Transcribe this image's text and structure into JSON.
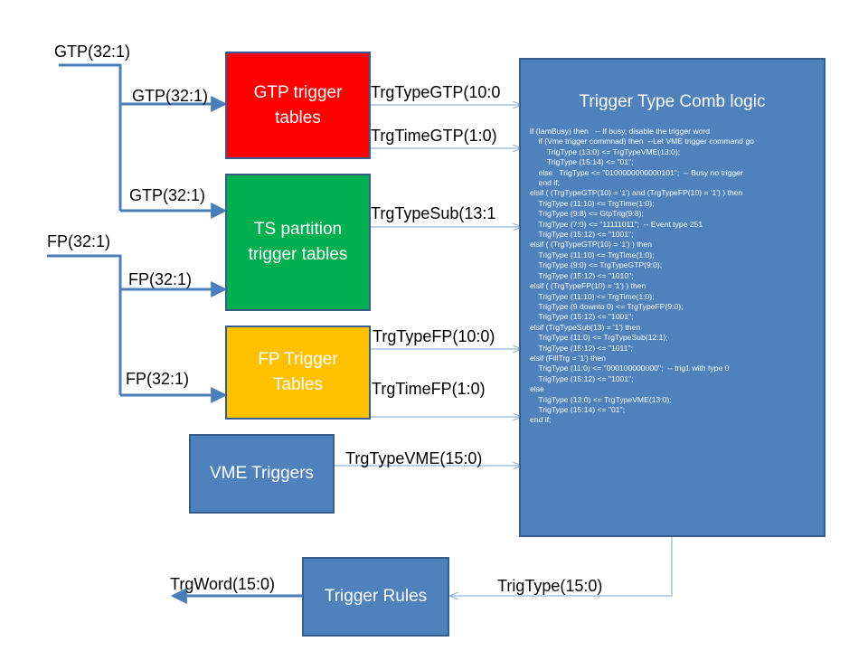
{
  "blocks": {
    "gtp_tables": "GTP trigger\ntables",
    "ts_partition": "TS partition\ntrigger tables",
    "fp_tables": "FP Trigger\nTables",
    "vme_triggers": "VME Triggers",
    "trigger_rules": "Trigger Rules"
  },
  "comb": {
    "title": "Trigger Type Comb logic",
    "code": [
      "if (IamBusy) then   -- If busy, disable the trigger word",
      "    if (Vme trigger commnad) then  --Let VME trigger command go",
      "        TrigType (13:0) <= TrgTypeVME(13:0);",
      "        TrigType (15:14) <= \"01\";",
      "    else   TrigType <= \"0100000000000101\";  -- Busy no trigger",
      "    end if;",
      "elsif ( (TrgTypeGTP(10) = '1') and (TrgTypeFP(10) = '1') ) then",
      "    TrigType (11:10) <= TrgTime(1:0);",
      "    TrigType (9:8) <= GtpTrig(9:8);",
      "    TrigType (7:0) <= \"11111011\";  -- Event type 251",
      "    TrigType (15:12) <= \"1001\";",
      "elsif ( (TrgTypeGTP(10) = '1') ) then",
      "    TrigType (11:10) <= TrgTime(1:0);",
      "    TrigType (9:0) <= TrgTypeGTP(9:0);",
      "    TrigType (15:12) <= \"1010\";",
      "elsif ( (TrgTypeFP(10) = '1') ) then",
      "    TrigType (11:10) <= TrgTime(1:0);",
      "    TrigType (9 downto 0) <= TrgTypeFP(9:0);",
      "    TrigType (15:12) <= \"1001\";",
      "elsif (TrgTypeSub(13) = '1') then",
      "    TrigType (11:0) <= TrgTypeSub(12:1);",
      "    TrigType (15:12) <= \"1011\";",
      "elsif (FillTrg = '1') then",
      "    TrigType (11:0) <= \"000100000000\";  -- trig1 with type 0",
      "    TrigType (15:12) <= \"1001\";",
      "else",
      "    TrigType (13:0) <= TrgTypeVME(13:0);",
      "    TrigType (15:14) <= \"01\";",
      "end if;"
    ]
  },
  "labels": {
    "gtp_in_top": "GTP(32:1)",
    "gtp_in_1": "GTP(32:1)",
    "gtp_in_2": "GTP(32:1)",
    "fp_in_top": "FP(32:1)",
    "fp_in_1": "FP(32:1)",
    "fp_in_2": "FP(32:1)",
    "trg_type_gtp": "TrgTypeGTP(10:0",
    "trg_time_gtp": "TrgTimeGTP(1:0)",
    "trg_type_sub": "TrgTypeSub(13:1",
    "trg_type_fp": "TrgTypeFP(10:0)",
    "trg_time_fp": "TrgTimeFP(1:0)",
    "trg_type_vme": "TrgTypeVME(15:0)",
    "trig_type_out": "TrigType(15:0)",
    "trg_word": "TrgWord(15:0)"
  },
  "colors": {
    "block_blue": "#4f81bd",
    "block_red": "#ff0000",
    "block_green": "#00b050",
    "block_orange": "#ffc000",
    "connector": "#4a7ebb",
    "thin_connector": "#95b3d7"
  }
}
